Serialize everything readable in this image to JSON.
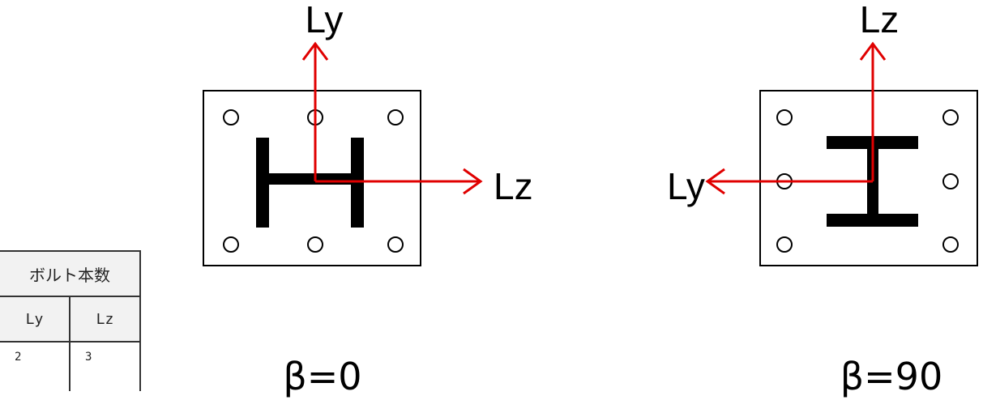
{
  "diagram": {
    "left": {
      "axis_vertical": "Ly",
      "axis_horizontal": "Lz",
      "caption": "β=0"
    },
    "right": {
      "axis_vertical": "Lz",
      "axis_horizontal": "Ly",
      "caption": "β=90"
    },
    "colors": {
      "axis": "#e00000",
      "outline": "#000000",
      "section": "#000000"
    }
  },
  "bolt_table": {
    "header": "ボルト本数",
    "columns": [
      "Ly",
      "Lz"
    ],
    "values": [
      "2",
      "3"
    ]
  }
}
